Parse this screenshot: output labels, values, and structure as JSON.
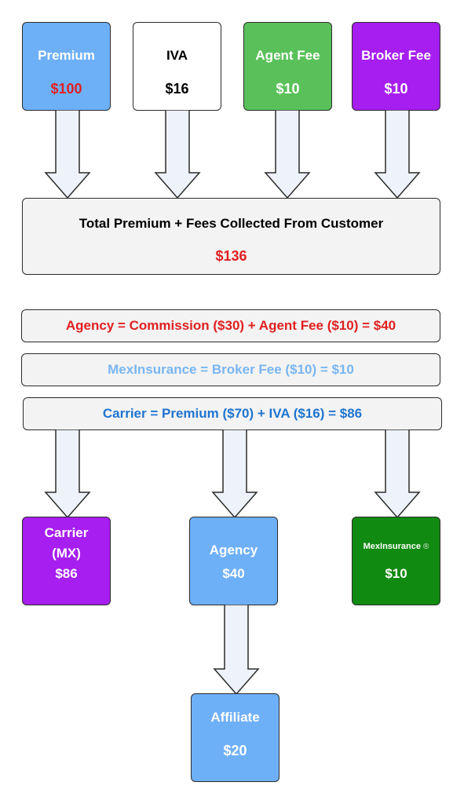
{
  "inputs": {
    "premium": {
      "label": "Premium",
      "value": "$100"
    },
    "iva": {
      "label": "IVA",
      "value": "$16"
    },
    "agent_fee": {
      "label": "Agent Fee",
      "value": "$10"
    },
    "broker_fee": {
      "label": "Broker Fee",
      "value": "$10"
    }
  },
  "total": {
    "label": "Total Premium + Fees Collected From Customer",
    "value": "$136"
  },
  "splits": {
    "agency": "Agency = Commission ($30) + Agent Fee ($10) = $40",
    "mexinsurance": "MexInsurance = Broker Fee ($10) = $10",
    "carrier": "Carrier = Premium ($70) + IVA ($16) = $86"
  },
  "outputs": {
    "carrier": {
      "label_line1": "Carrier",
      "label_line2": "(MX)",
      "value": "$86"
    },
    "agency": {
      "label": "Agency",
      "value": "$40"
    },
    "mexinsurance": {
      "label": "MexInsurance",
      "mark": "®",
      "value": "$10"
    }
  },
  "affiliate": {
    "label": "Affiliate",
    "value": "$20"
  },
  "colors": {
    "blue_box": "#6eb0f8",
    "green_box": "#5ac15a",
    "purple_box": "#a61ef0",
    "dark_green_box": "#118a11",
    "red_text": "#e02020",
    "light_blue_text": "#79b6f2",
    "blue_text": "#1f74d0"
  }
}
